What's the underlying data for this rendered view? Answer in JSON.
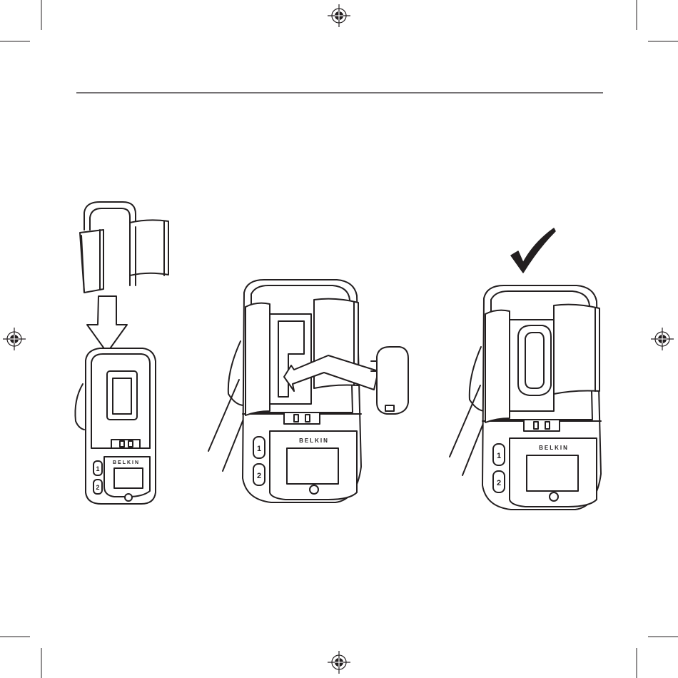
{
  "device": {
    "brand": "BELKIN",
    "button_1": "1",
    "button_2": "2"
  },
  "steps": [
    {
      "id": "step-1",
      "state": "attach-clip"
    },
    {
      "id": "step-2",
      "state": "attach-pad"
    },
    {
      "id": "step-3",
      "state": "complete"
    }
  ],
  "colors": {
    "ink": "#231f20",
    "paper": "#ffffff"
  },
  "icons": [
    "registration-mark-icon",
    "down-arrow-icon",
    "insert-arrow-icon",
    "checkmark-icon"
  ]
}
